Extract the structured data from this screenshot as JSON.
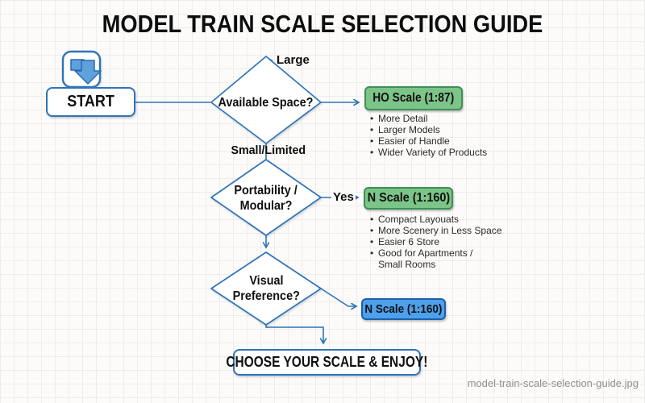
{
  "title": "MODEL TRAIN SCALE SELECTION GUIDE",
  "colors": {
    "line_blue": "#2e74b8",
    "green_fill": "#7cc487",
    "green_border": "#3f8f55",
    "blue_fill": "#4da0ec",
    "blue_border": "#1f5fa8"
  },
  "flow": {
    "start": {
      "label": "START"
    },
    "decision1": {
      "label": "Available Space?",
      "branch_up": "Large",
      "branch_down": "Small/Limited"
    },
    "result1": {
      "label": "HO Scale (1:87)",
      "bullets": [
        "More Detail",
        "Larger Models",
        "Easier of Handle",
        "Wider Variety of Products"
      ]
    },
    "decision2": {
      "line1": "Portability /",
      "line2": "Modular?",
      "branch_right": "Yes"
    },
    "result2": {
      "label": "N Scale (1:160)",
      "bullets": [
        "Compact Layouats",
        "More Scenery in Less Space",
        "Easier 6 Store",
        "Good for Apartments /",
        "Small Rooms"
      ]
    },
    "decision3": {
      "line1": "Visual",
      "line2": "Preference?"
    },
    "result3": {
      "label": "N Scale (1:160)"
    },
    "end": {
      "label": "CHOOSE YOUR SCALE & ENJOY!"
    }
  },
  "footer": {
    "filename": "model-train-scale-selection-guide.jpg"
  }
}
